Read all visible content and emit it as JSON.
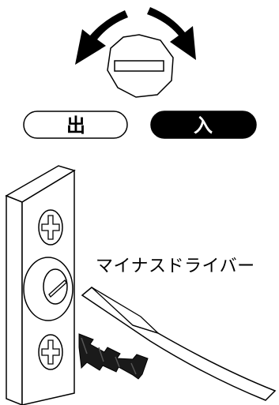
{
  "toggle": {
    "off_label": "出",
    "on_label": "入"
  },
  "tool": {
    "label": "マイナスドライバー"
  },
  "colors": {
    "ink": "#000000",
    "paper": "#ffffff"
  },
  "icons": [
    "rotate-left-arrow-icon",
    "rotate-right-arrow-icon",
    "screw-head-icon",
    "adjust-arrow-icon",
    "phillips-screw-icon",
    "slotted-screw-icon",
    "screwdriver-icon"
  ]
}
